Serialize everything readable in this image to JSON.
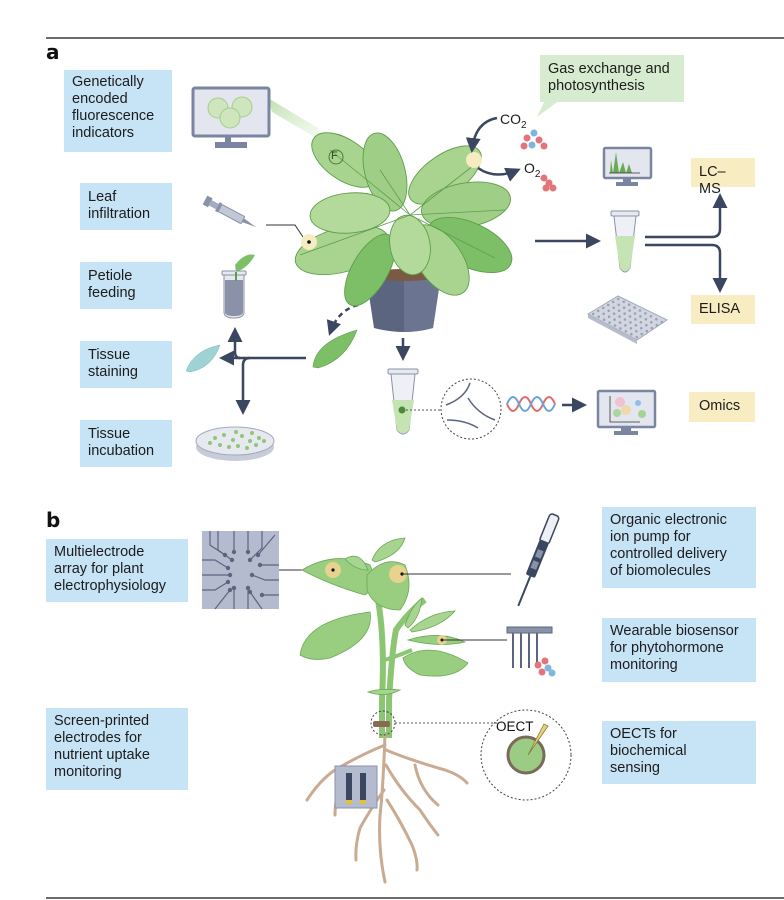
{
  "figure": {
    "panel_a": {
      "letter": "a",
      "labels": {
        "fluorescence": "Genetically\nencoded\nfluorescence\nindicators",
        "infiltration": "Leaf\ninfiltration",
        "petiole": "Petiole\nfeeding",
        "staining": "Tissue\nstaining",
        "incubation": "Tissue\nincubation",
        "gas_exchange": "Gas exchange and\nphotosynthesis",
        "lcms": "LC–MS",
        "elisa": "ELISA",
        "omics": "Omics"
      },
      "annotations": {
        "fluorescence_marker": "F",
        "co2_base": "CO",
        "co2_sub": "2",
        "o2_base": "O",
        "o2_sub": "2"
      }
    },
    "panel_b": {
      "letter": "b",
      "labels": {
        "multielectrode": "Multielectrode\narray for plant\nelectrophysiology",
        "ion_pump": "Organic electronic\nion pump for\ncontrolled delivery\nof biomolecules",
        "biosensor": "Wearable biosensor\nfor phytohormone\nmonitoring",
        "screen_printed": "Screen-printed\nelectrodes for\nnutrient uptake\nmonitoring",
        "oects": "OECTs for\nbiochemical\nsensing"
      },
      "annotations": {
        "oect_tag": "OECT"
      }
    },
    "colors": {
      "label_blue": "#c7e3f6",
      "label_yellow": "#f8ecc2",
      "label_green": "#d6ebcf",
      "leaf_light": "#a9d48f",
      "leaf_dark": "#7cbf66",
      "pot": "#5b6580",
      "arrow": "#3b4660",
      "root": "#c9ab92"
    }
  }
}
